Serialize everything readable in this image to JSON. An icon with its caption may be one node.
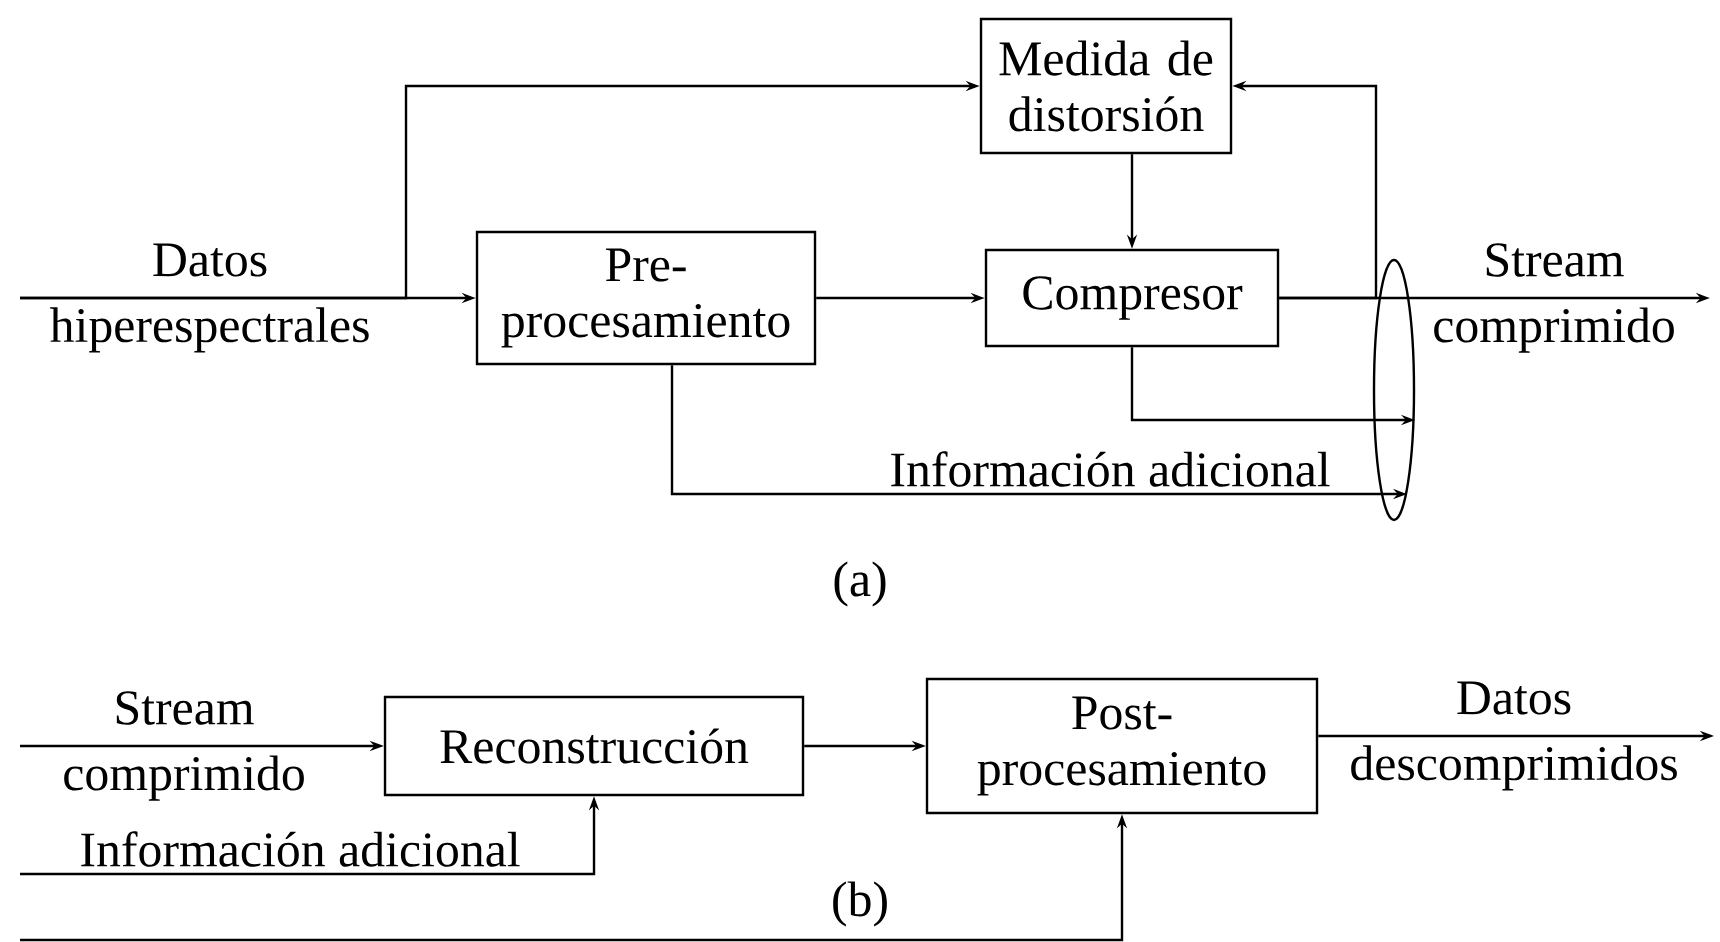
{
  "diagram": {
    "nodes": [
      {
        "text": [
          "Medida de distorsión"
        ]
      },
      {
        "text": [
          "Pre- procesamiento"
        ]
      },
      {
        "text": [
          "Compresor"
        ]
      },
      {
        "text": [
          "Reconstrucción"
        ]
      },
      {
        "text": [
          "Post- procesamiento"
        ]
      },
      {
        "text": [],
        "shape": "ellipse"
      }
    ],
    "edges": [
      {
        "from": null,
        "to": 1,
        "arrow": "to",
        "label": "Datos hiperespectrales"
      },
      {
        "from": null,
        "to": 0,
        "arrow": "to"
      },
      {
        "from": 1,
        "to": 2,
        "arrow": "to"
      },
      {
        "from": 0,
        "to": 2,
        "arrow": "to"
      },
      {
        "from": 2,
        "to": null,
        "arrow": "to",
        "label": "Stream comprimido"
      },
      {
        "from": 2,
        "to": 0,
        "arrow": "to"
      },
      {
        "from": 2,
        "to": 5,
        "arrow": "to"
      },
      {
        "from": 1,
        "to": 5,
        "arrow": "to",
        "label": "Información adicional"
      },
      {
        "from": null,
        "to": 3,
        "arrow": "to",
        "label": "Stream comprimido"
      },
      {
        "from": null,
        "to": 3,
        "arrow": "to",
        "label": "Información adicional"
      },
      {
        "from": 3,
        "to": 4,
        "arrow": "to"
      },
      {
        "from": 4,
        "to": null,
        "arrow": "to",
        "label": "Datos descomprimidos"
      },
      {
        "from": null,
        "to": 4,
        "arrow": "to"
      }
    ],
    "labels": [
      "(a)",
      "(b)"
    ]
  }
}
